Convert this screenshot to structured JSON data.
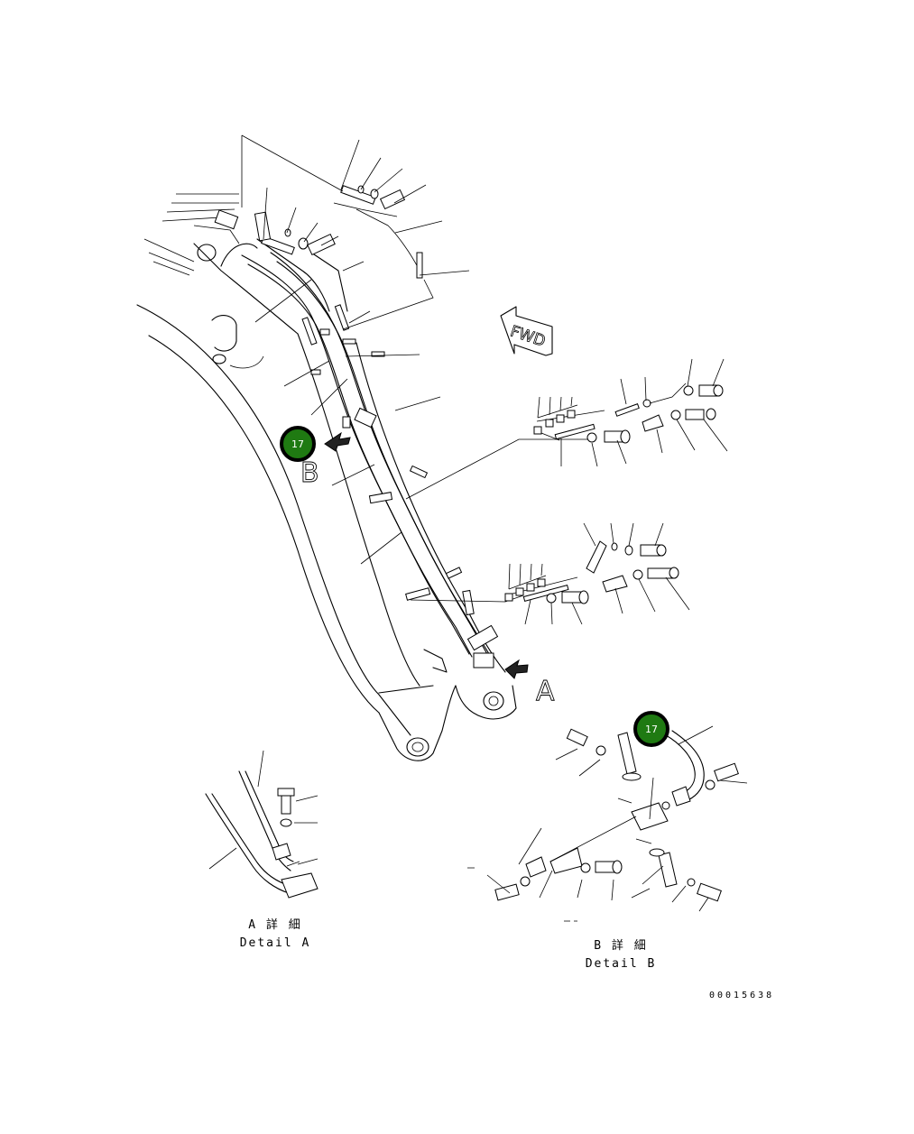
{
  "markers": [
    {
      "label": "17"
    },
    {
      "label": "17"
    }
  ],
  "view_arrows": {
    "a": "A",
    "b": "B"
  },
  "fwd_label": "FWD",
  "detail_a": {
    "jp": "A 詳 細",
    "en": "Detail A"
  },
  "detail_b": {
    "jp": "B 詳 細",
    "en": "Detail B"
  },
  "document_number": "00015638"
}
